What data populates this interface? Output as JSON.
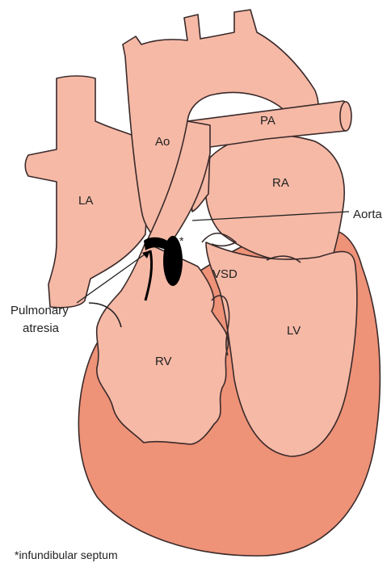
{
  "colors": {
    "background": "#ffffff",
    "chamber_fill": "#f6b9a6",
    "ventricle_fill": "#ee9278",
    "outline": "#3a2a2a",
    "label_text": "#222222",
    "marker_fill": "#000000"
  },
  "labels": {
    "ao": "Ao",
    "pa": "PA",
    "la": "LA",
    "ra": "RA",
    "vsd": "VSD",
    "lv": "LV",
    "rv": "RV",
    "aorta_callout": "Aorta",
    "pulmonary_atresia_line1": "Pulmonary",
    "pulmonary_atresia_line2": "atresia",
    "asterisk_mark": "*",
    "footnote": "*infundibular septum"
  }
}
